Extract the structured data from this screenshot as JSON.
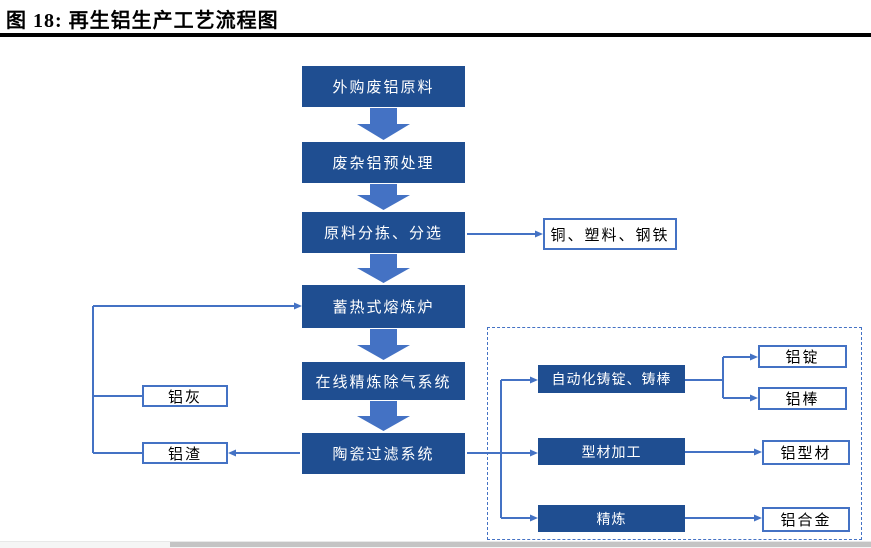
{
  "figure": {
    "title": "图 18:  再生铝生产工艺流程图"
  },
  "colors": {
    "node_fill": "#1F4E91",
    "node_text": "#FFFFFF",
    "block_arrow": "#4472C4",
    "connector_line": "#4472C4",
    "output_box_border": "#4472C4",
    "output_box_text": "#000000",
    "title_rule": "#000000",
    "dashed_border": "#4472C4"
  },
  "flow": {
    "main_sequence": [
      {
        "label": "外购废铝原料"
      },
      {
        "label": "废杂铝预处理"
      },
      {
        "label": "原料分拣、分选"
      },
      {
        "label": "蓄热式熔炼炉"
      },
      {
        "label": "在线精炼除气系统"
      },
      {
        "label": "陶瓷过滤系统"
      }
    ],
    "sorting_output": {
      "label": "铜、塑料、钢铁"
    },
    "byproducts": {
      "ash": {
        "label": "铝灰"
      },
      "slag": {
        "label": "铝渣"
      }
    },
    "processing": [
      {
        "label": "自动化铸锭、铸棒",
        "outputs": [
          "铝锭",
          "铝棒"
        ]
      },
      {
        "label": "型材加工",
        "outputs": [
          "铝型材"
        ]
      },
      {
        "label": "精炼",
        "outputs": [
          "铝合金"
        ]
      }
    ]
  }
}
